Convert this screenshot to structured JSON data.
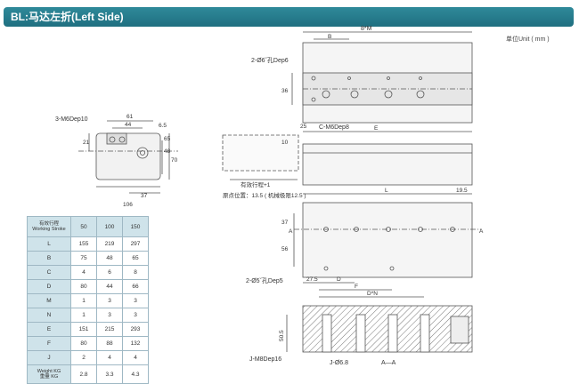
{
  "header": {
    "title": "BL:马达左折(Left Side)"
  },
  "unit_label": "单位Unit ( mm )",
  "end_view": {
    "hole_label": "3-M6Dep10",
    "dims": [
      "61",
      "44",
      "6.5",
      "21",
      "48",
      "65",
      "70",
      "37",
      "106"
    ]
  },
  "top_view": {
    "top_dims": [
      "8*M",
      "B"
    ],
    "side_dims": [
      "36",
      "25"
    ],
    "hole_labels": [
      "2-Ø6ˇ孔Dep6",
      "C-M6Dep8"
    ]
  },
  "side_view": {
    "dims": [
      "10",
      "E",
      "L",
      "19.5"
    ],
    "stroke_label": "有效行程+1",
    "origin_label": "原点位置：13.5 ( 机械极限12.5 )"
  },
  "bottom_view": {
    "dims": [
      "37",
      "56",
      "27.5",
      "D",
      "F",
      "D*N"
    ],
    "section_marks": [
      "A",
      "A"
    ],
    "hole_label": "2-Ø5ˇ孔Dep5"
  },
  "section_view": {
    "dims": [
      "50.5"
    ],
    "labels": [
      "J-M8Dep16",
      "J-Ø6.8",
      "A—A"
    ]
  },
  "spec_table": {
    "header_label": "有效行程\nWorking Stroke",
    "strokes": [
      "50",
      "100",
      "150"
    ],
    "rows": [
      {
        "label": "L",
        "values": [
          "155",
          "219",
          "297"
        ]
      },
      {
        "label": "B",
        "values": [
          "75",
          "48",
          "65"
        ]
      },
      {
        "label": "C",
        "values": [
          "4",
          "6",
          "8"
        ]
      },
      {
        "label": "D",
        "values": [
          "80",
          "44",
          "66"
        ]
      },
      {
        "label": "M",
        "values": [
          "1",
          "3",
          "3"
        ]
      },
      {
        "label": "N",
        "values": [
          "1",
          "3",
          "3"
        ]
      },
      {
        "label": "E",
        "values": [
          "151",
          "215",
          "293"
        ]
      },
      {
        "label": "F",
        "values": [
          "80",
          "88",
          "132"
        ]
      },
      {
        "label": "J",
        "values": [
          "2",
          "4",
          "4"
        ]
      }
    ],
    "weight_label": "Weight KG\n重量  KG",
    "weights": [
      "2.8",
      "3.3",
      "4.3"
    ]
  }
}
